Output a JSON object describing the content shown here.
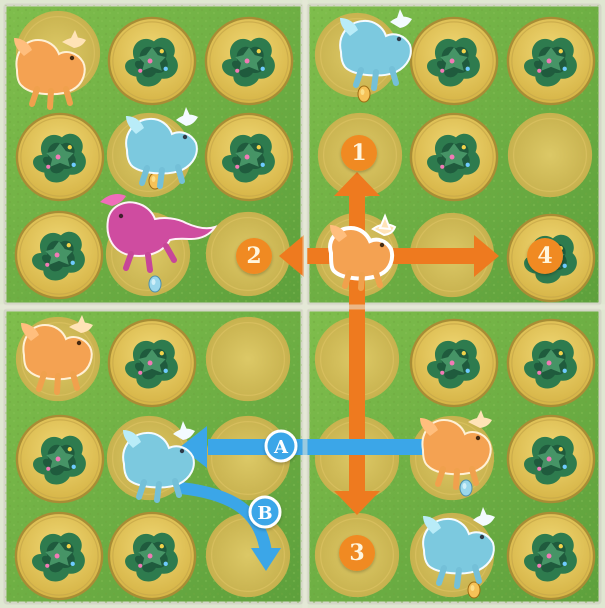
{
  "game": {
    "move_labels": {
      "one": "1",
      "two": "2",
      "three": "3",
      "four": "4",
      "a": "A",
      "b": "B"
    },
    "colors": {
      "board_background": "#dfe7d1",
      "tile_grass": "#74b84a",
      "tile_border": "#d8d2c1",
      "circle_fill": "#e6c85b",
      "circle_ring": "#b59a3d",
      "bush_dark": "#21583c",
      "bush_mid": "#2f7b4f",
      "orange_arrow": "#ee7a1f",
      "blue_arrow": "#3ba6e8",
      "badge_orange": "#f08a22",
      "badge_text": "#fff6de",
      "orange_dino": "#f4a252",
      "blue_dino": "#7cc9df",
      "pink_dino": "#cf4ca0",
      "white": "#ffffff"
    }
  }
}
